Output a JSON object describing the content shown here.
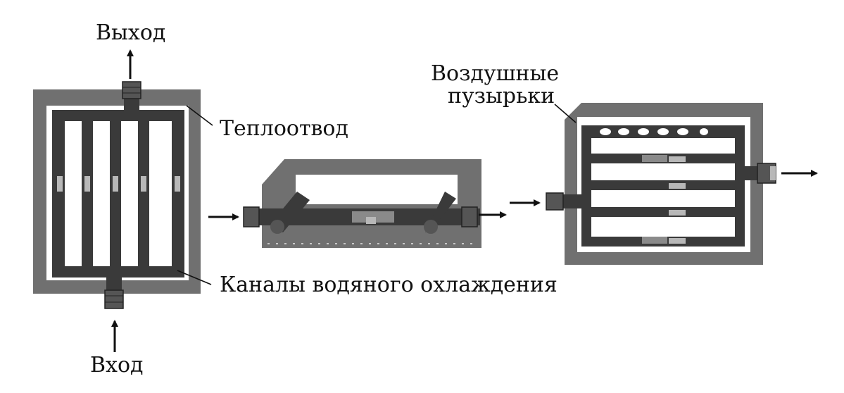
{
  "labels": {
    "outlet": "Выход",
    "inlet": "Вход",
    "heatsink": "Теплоотвод",
    "channels": "Каналы водяного охлаждения",
    "bubbles_line1": "Воздушные",
    "bubbles_line2": "пузырьки"
  },
  "colors": {
    "heatsink_fill": "#707070",
    "channel_fill": "#3a3a3a",
    "fitting_fill": "#555555",
    "highlight": "#b8b8b8",
    "slot_fill": "#ffffff",
    "ink": "#111111"
  },
  "icons": {
    "flow_arrow": "arrow-right-icon",
    "vertical_flow_arrow": "arrow-up-icon",
    "air_bubble": "bubble-icon"
  }
}
